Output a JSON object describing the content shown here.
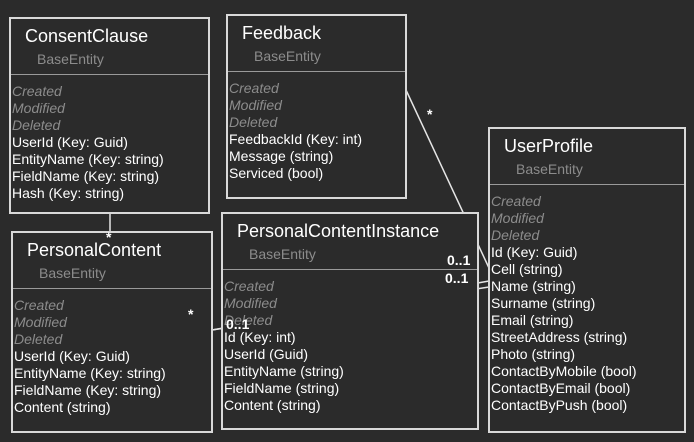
{
  "colors": {
    "background": "#2b2b2b",
    "border": "#d9d9d9",
    "text": "#ffffff",
    "muted": "#8c8c8c"
  },
  "entities": {
    "consent_clause": {
      "name": "ConsentClause",
      "base": "BaseEntity",
      "inherited": [
        "Created",
        "Modified",
        "Deleted"
      ],
      "own": [
        "UserId (Key: Guid)",
        "EntityName (Key: string)",
        "FieldName (Key: string)",
        "Hash (Key: string)"
      ]
    },
    "feedback": {
      "name": "Feedback",
      "base": "BaseEntity",
      "inherited": [
        "Created",
        "Modified",
        "Deleted"
      ],
      "own": [
        "FeedbackId (Key: int)",
        "Message (string)",
        "Serviced (bool)"
      ]
    },
    "personal_content": {
      "name": "PersonalContent",
      "base": "BaseEntity",
      "inherited": [
        "Created",
        "Modified",
        "Deleted"
      ],
      "own": [
        "UserId (Key: Guid)",
        "EntityName (Key: string)",
        "FieldName (Key: string)",
        "Content (string)"
      ]
    },
    "personal_content_instance": {
      "name": "PersonalContentInstance",
      "base": "BaseEntity",
      "inherited": [
        "Created",
        "Modified",
        "Deleted"
      ],
      "own": [
        "Id (Key: int)",
        "UserId (Guid)",
        "EntityName (string)",
        "FieldName (string)",
        "Content (string)"
      ]
    },
    "user_profile": {
      "name": "UserProfile",
      "base": "BaseEntity",
      "inherited": [
        "Created",
        "Modified",
        "Deleted"
      ],
      "own": [
        "Id (Key: Guid)",
        "Cell (string)",
        "Name (string)",
        "Surname (string)",
        "Email (string)",
        "StreetAddress (string)",
        "Photo (string)",
        "ContactByMobile (bool)",
        "ContactByEmail (bool)",
        "ContactByPush (bool)"
      ]
    }
  },
  "multiplicities": {
    "consent_to_content": "*",
    "feedback_star": "*",
    "content_star": "*",
    "zero_one_a": "0..1",
    "zero_one_b": "0..1",
    "zero_one_c": "0..1"
  }
}
